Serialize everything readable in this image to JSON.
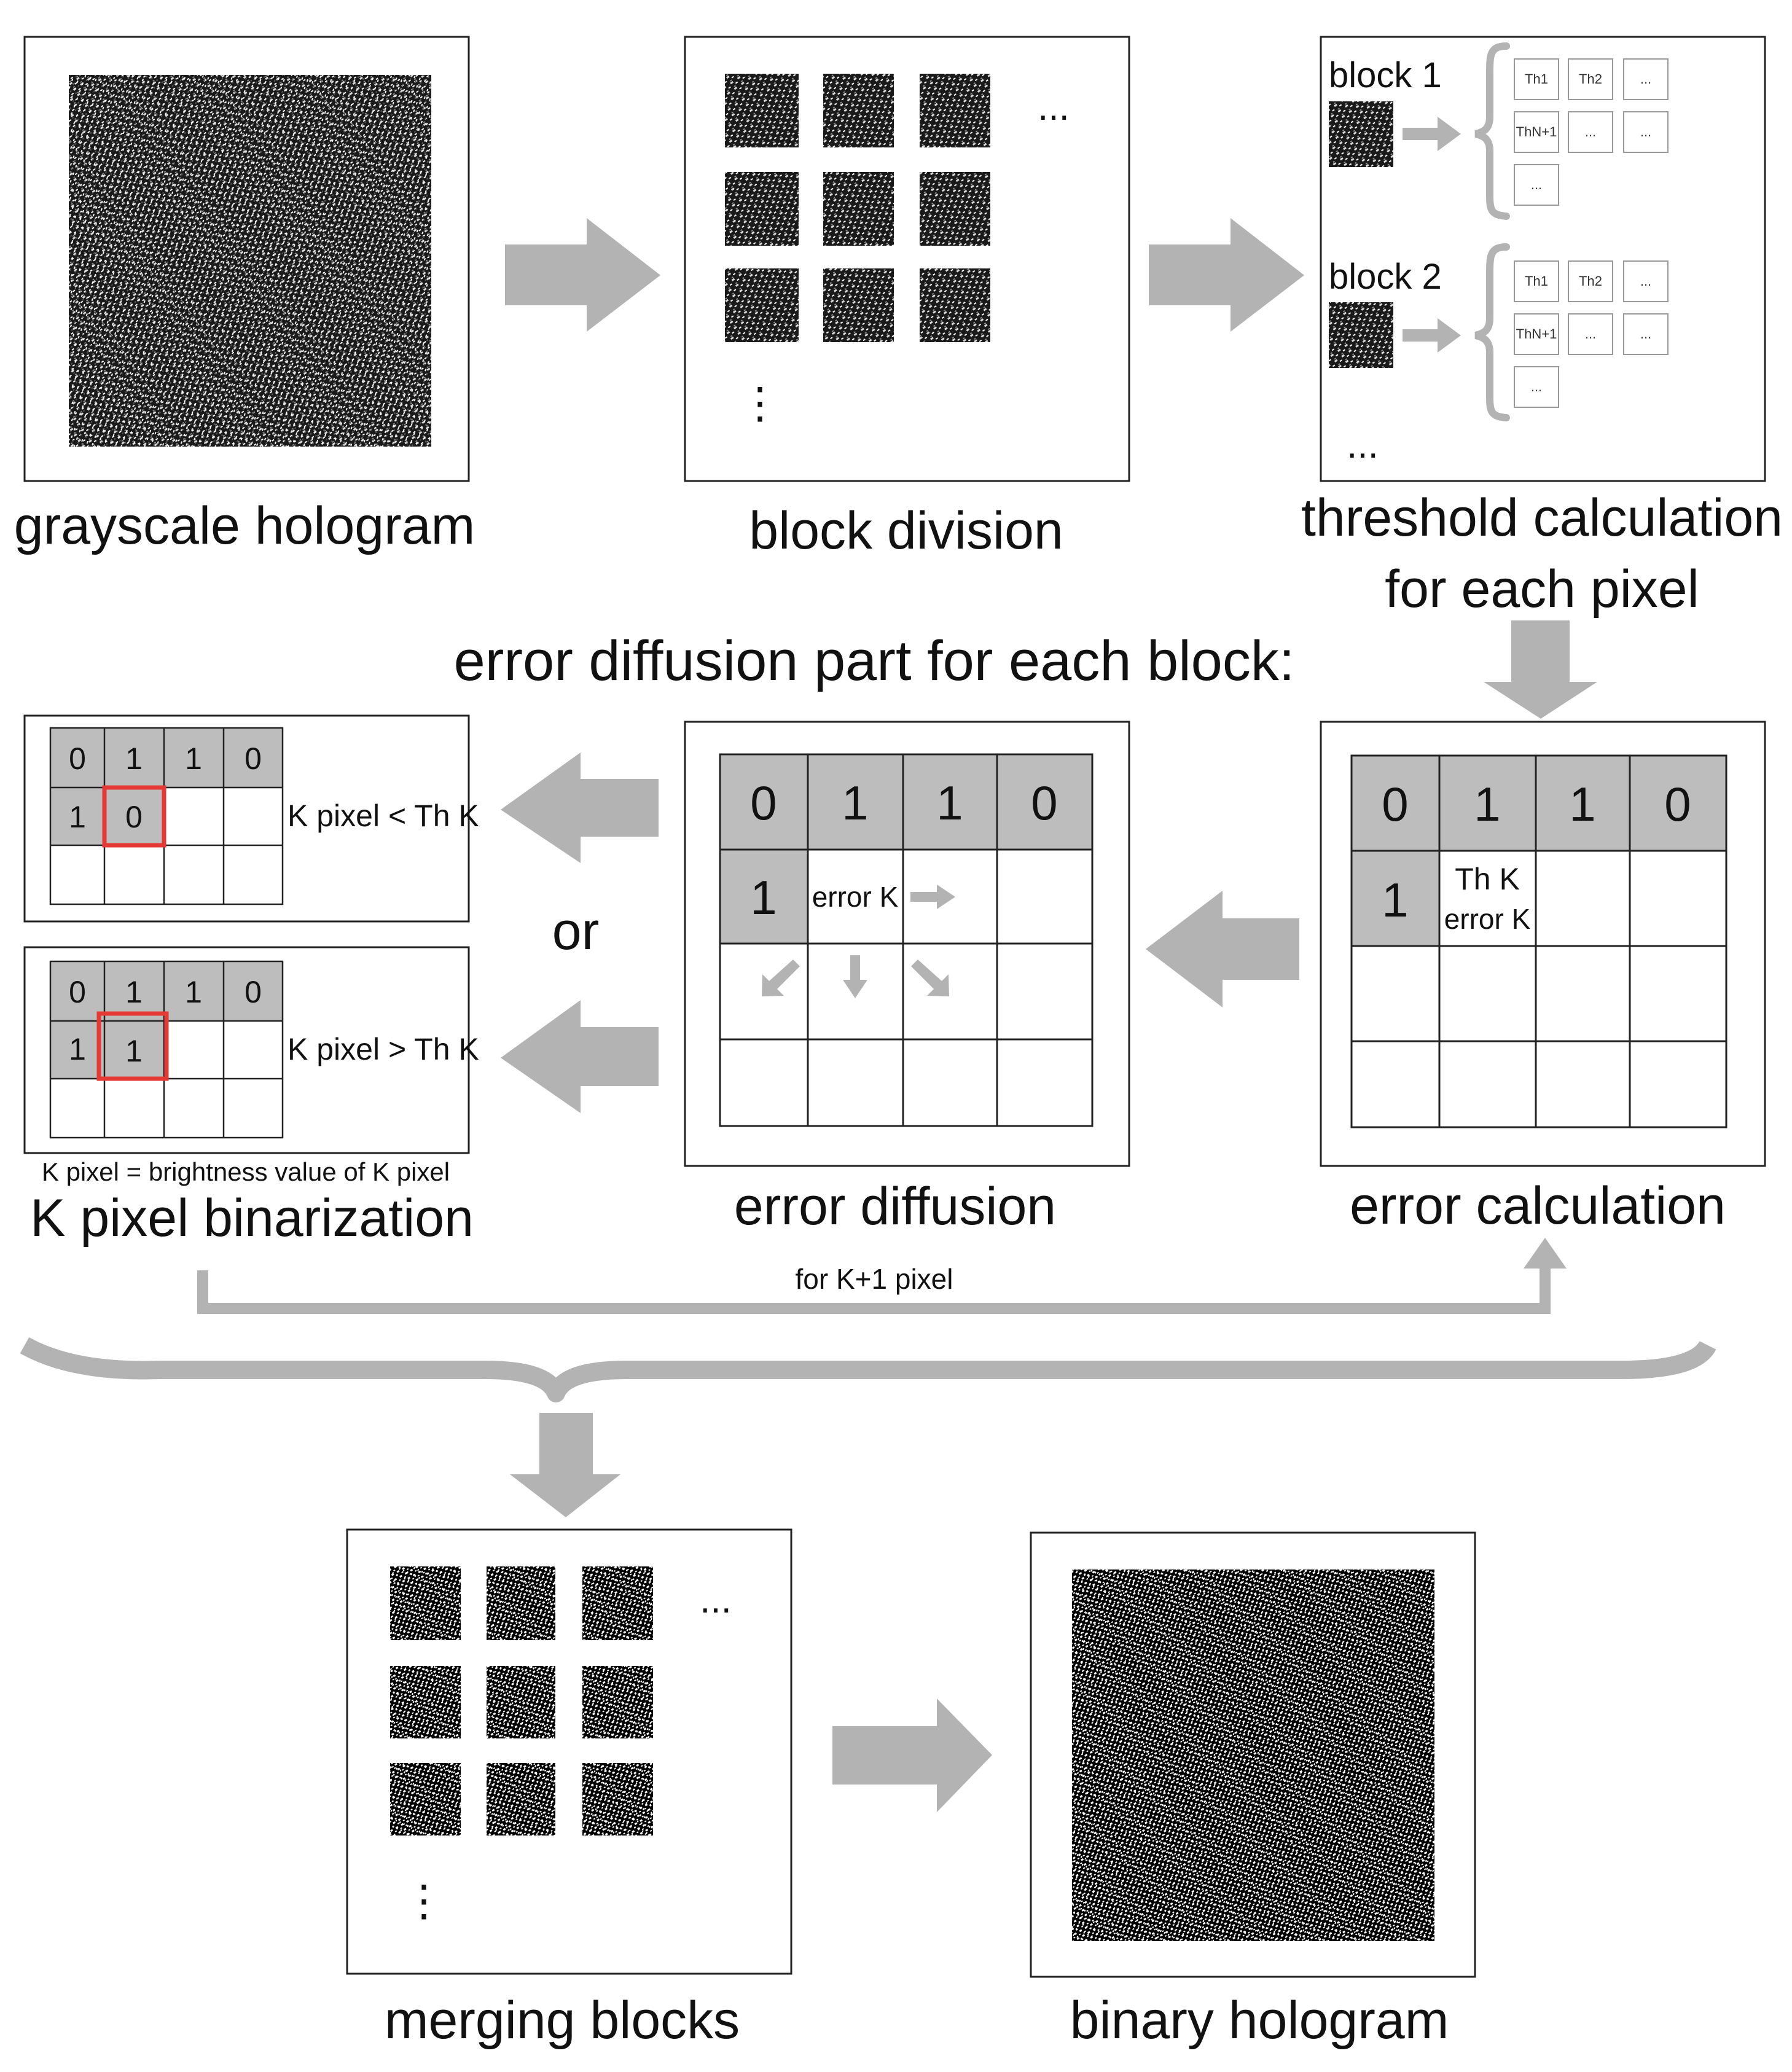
{
  "captions": {
    "grayscale": "grayscale hologram",
    "block_division": "block division",
    "threshold_line1": "threshold calculation",
    "threshold_line2": "for each pixel",
    "error_part": "error diffusion part for each block:",
    "or": "or",
    "k_pixel_def": "K pixel = brightness value of K pixel",
    "k_binarization": "K pixel binarization",
    "error_diffusion": "error diffusion",
    "error_calculation": "error calculation",
    "loop": "for K+1 pixel",
    "merging": "merging blocks",
    "binary": "binary hologram"
  },
  "ellipsis": "...",
  "vertical_ellipsis": "⋮",
  "threshold_panel": {
    "blocks": [
      {
        "label": "block 1",
        "boxes": [
          "Th1",
          "Th2",
          "...",
          "ThN+1",
          "...",
          "...",
          "..."
        ]
      },
      {
        "label": "block 2",
        "boxes": [
          "Th1",
          "Th2",
          "...",
          "ThN+1",
          "...",
          "...",
          "..."
        ]
      }
    ]
  },
  "grid": {
    "row1": [
      "0",
      "1",
      "1",
      "0"
    ],
    "row2_first": "1",
    "th_k": "Th K",
    "error_k": "error K"
  },
  "binarization": {
    "case_a": {
      "value": "0",
      "condition": "K pixel < Th K"
    },
    "case_b": {
      "value": "1",
      "condition": "K pixel > Th K"
    }
  },
  "colors": {
    "arrow_gray": "#b3b3b3",
    "cell_gray": "#bdbdbd",
    "highlight_red": "#e53935"
  }
}
